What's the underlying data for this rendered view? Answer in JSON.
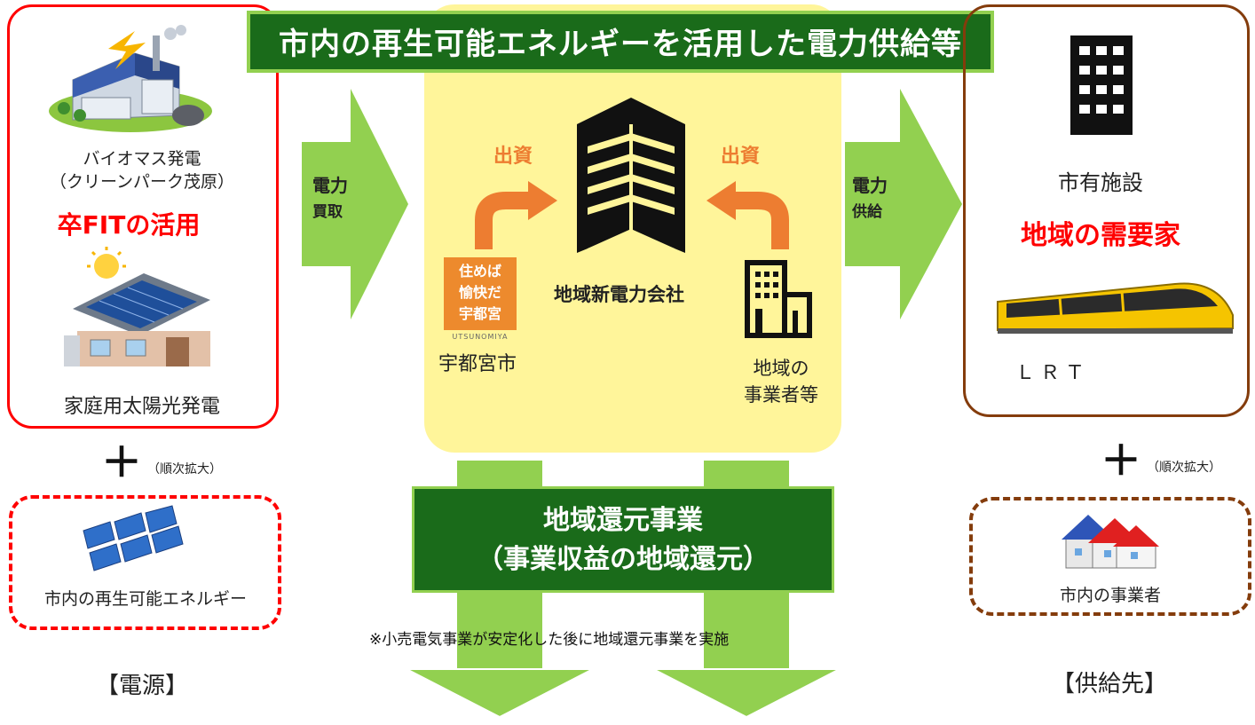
{
  "title": "市内の再生可能エネルギーを活用した電力供給等",
  "left": {
    "biomass_line1": "バイオマス発電",
    "biomass_line2": "（クリーンパーク茂原）",
    "fit_label": "卒FITの活用",
    "solar_label": "家庭用太陽光発電",
    "plus": "＋",
    "expand_note": "（順次拡大）",
    "renewable_label": "市内の再生可能エネルギー",
    "section_label": "【電源】"
  },
  "arrows": {
    "buy_line1": "電力",
    "buy_line2": "買取",
    "supply_line1": "電力",
    "supply_line2": "供給"
  },
  "center": {
    "invest_left": "出資",
    "invest_right": "出資",
    "company": "地域新電力会社",
    "city_logo_line1": "住めば",
    "city_logo_line2": "愉快だ",
    "city_logo_line3": "宇都宮",
    "city_logo_sub": "UTSUNOMIYA",
    "city": "宇都宮市",
    "business_line1": "地域の",
    "business_line2": "事業者等"
  },
  "right": {
    "facility": "市有施設",
    "demand": "地域の需要家",
    "lrt": "ＬＲＴ",
    "plus": "＋",
    "expand_note": "（順次拡大）",
    "business": "市内の事業者",
    "section_label": "【供給先】"
  },
  "bottom": {
    "project_line1": "地域還元事業",
    "project_line2": "（事業収益の地域還元）",
    "note": "※小売電気事業が安定化した後に地域還元事業を実施"
  },
  "colors": {
    "title_bg": "#1a6b1a",
    "arrow_green": "#92d050",
    "center_bg": "#fff59a",
    "invest_orange": "#ed7d31",
    "red": "#ff0000",
    "brown": "#843c0c"
  }
}
